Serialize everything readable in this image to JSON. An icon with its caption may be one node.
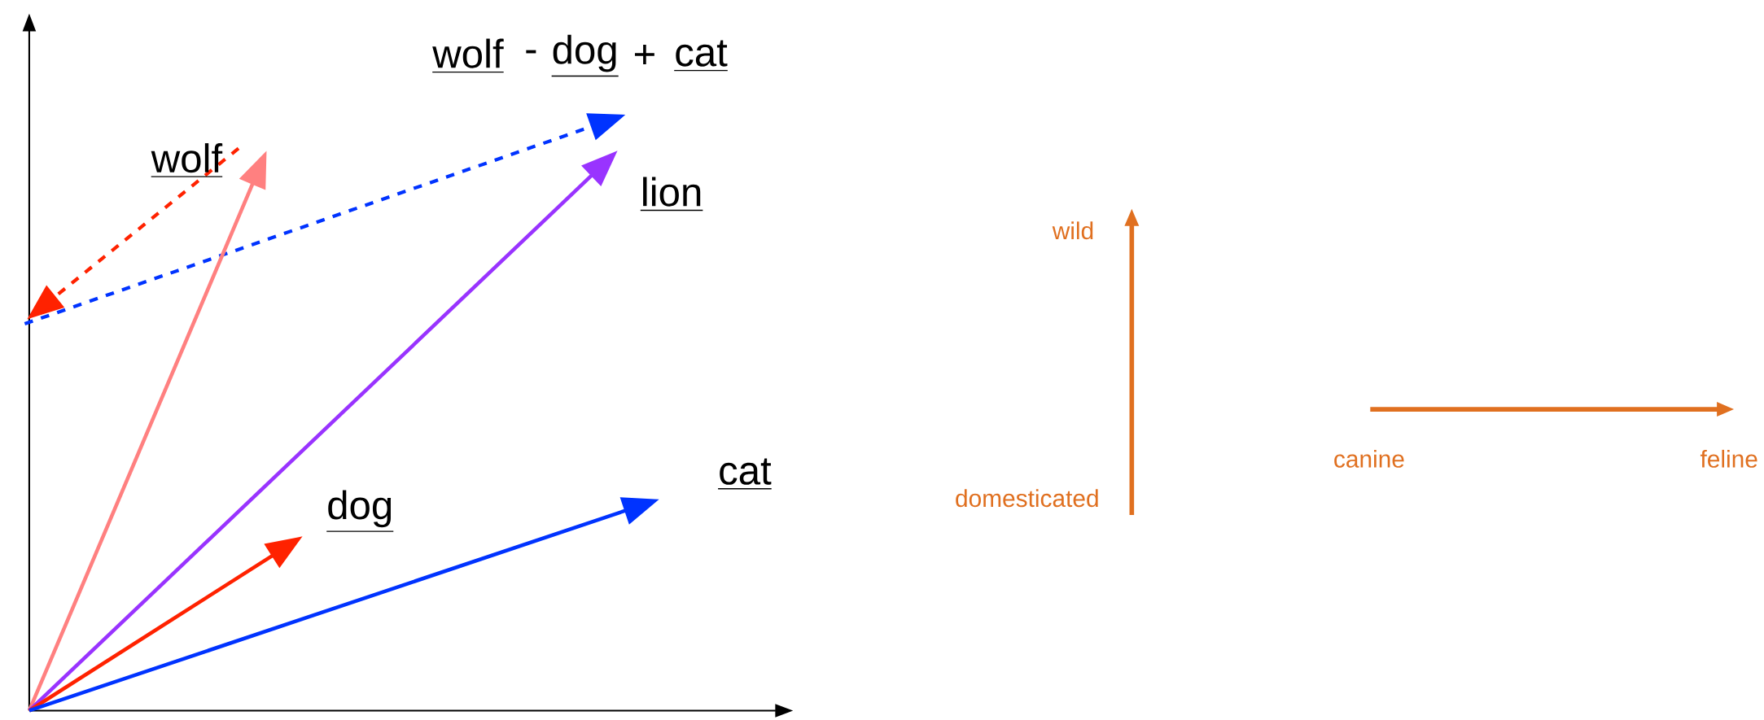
{
  "diagram": {
    "labels": [
      "wolf",
      "-",
      "dog",
      "+",
      "cat",
      "wolf",
      "lion",
      "dog",
      "cat",
      "wild",
      "domesticated",
      "canine",
      "feline"
    ]
  }
}
